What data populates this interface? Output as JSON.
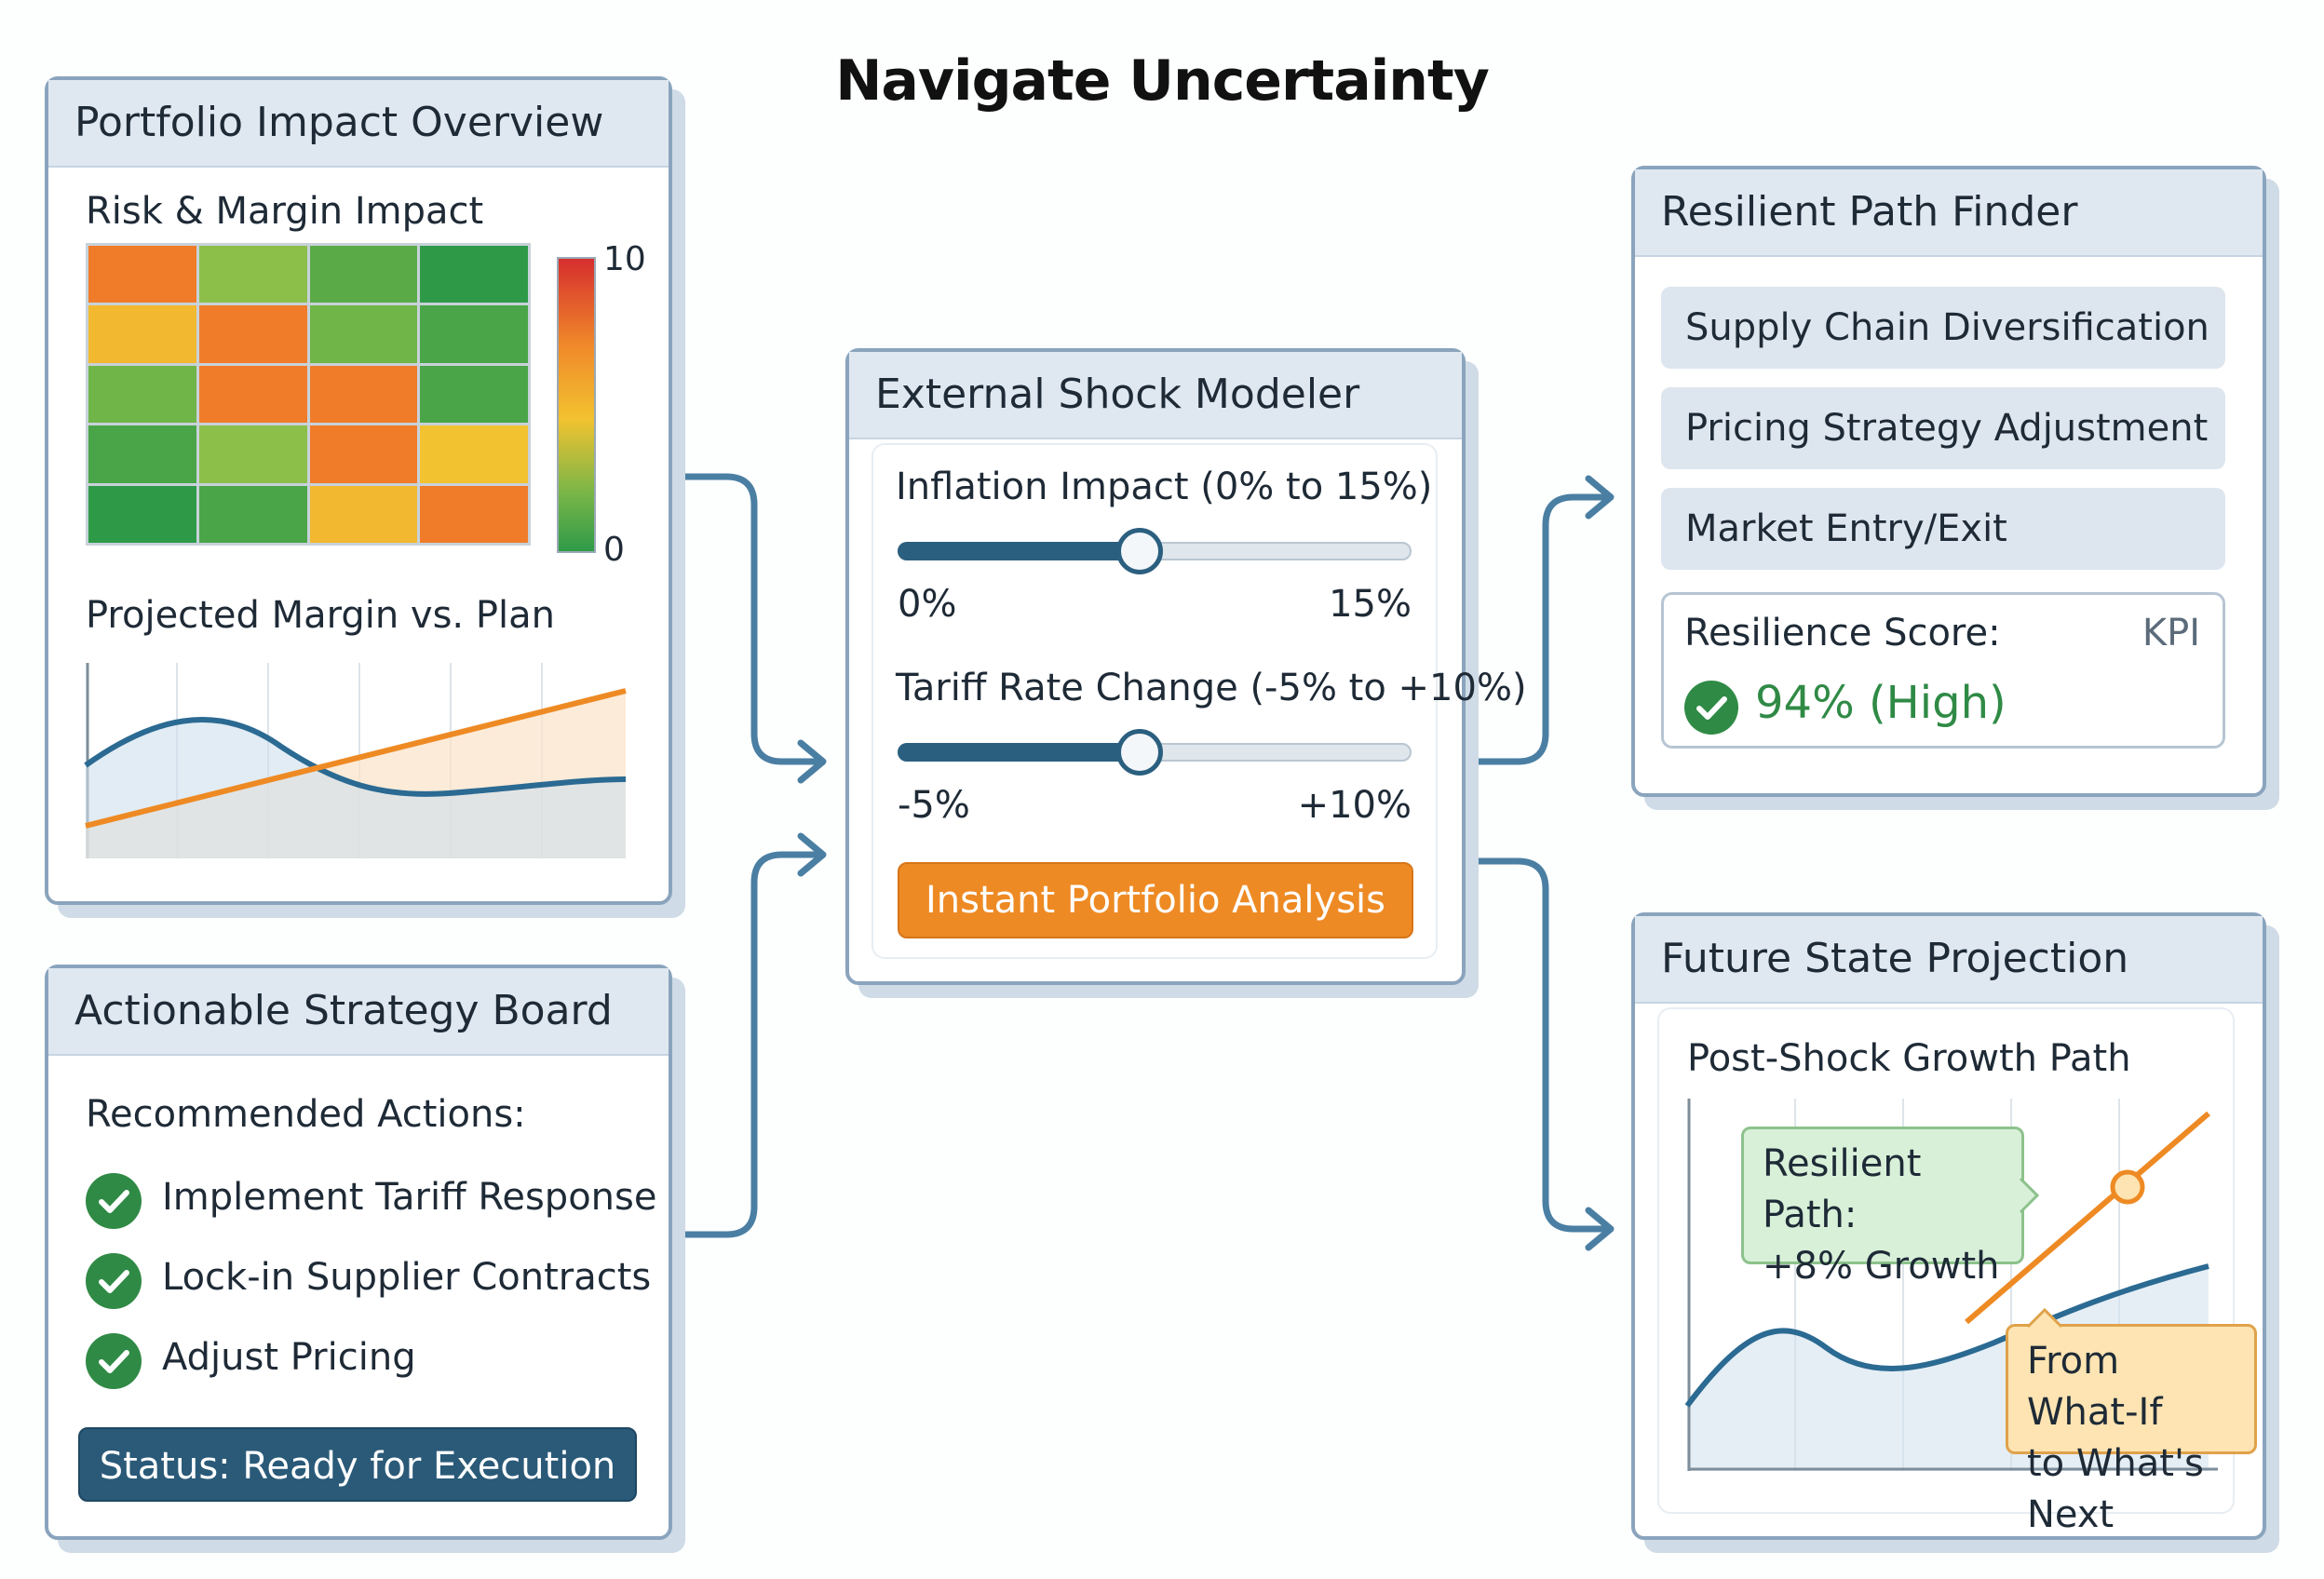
{
  "title": "Navigate Uncertainty",
  "portfolio": {
    "header": "Portfolio Impact Overview",
    "heatmap_title": "Risk & Margin Impact",
    "scale_max": "10",
    "scale_min": "0",
    "heatmap_colors": [
      [
        "#f07c2a",
        "#8cbf4a",
        "#5aab48",
        "#2e9a48"
      ],
      [
        "#f2b830",
        "#f07c2a",
        "#6fb548",
        "#4aa548"
      ],
      [
        "#6fb548",
        "#f07c2a",
        "#f07c2a",
        "#4aa548"
      ],
      [
        "#4aa548",
        "#8cbf4a",
        "#f07c2a",
        "#f2c230"
      ],
      [
        "#2e9a48",
        "#4aa548",
        "#f2b830",
        "#f07c2a"
      ]
    ],
    "line_chart_title": "Projected Margin vs. Plan"
  },
  "strategy": {
    "header": "Actionable Strategy Board",
    "subtitle": "Recommended Actions:",
    "actions": [
      "Implement Tariff Response",
      "Lock-in Supplier Contracts",
      "Adjust Pricing"
    ],
    "status": "Status: Ready for Execution"
  },
  "modeler": {
    "header": "External Shock Modeler",
    "sliders": [
      {
        "label": "Inflation Impact (0% to 15%)",
        "min_label": "0%",
        "max_label": "15%",
        "position": 0.47
      },
      {
        "label": "Tariff Rate Change (-5% to +10%)",
        "min_label": "-5%",
        "max_label": "+10%",
        "position": 0.47
      }
    ],
    "button": "Instant Portfolio Analysis"
  },
  "resilient": {
    "header": "Resilient Path Finder",
    "options": [
      "Supply Chain Diversification",
      "Pricing Strategy Adjustment",
      "Market Entry/Exit"
    ],
    "kpi_label": "Resilience Score:",
    "kpi_tag": "KPI",
    "kpi_value": "94% (High)"
  },
  "future": {
    "header": "Future State Projection",
    "chart_title": "Post-Shock Growth Path",
    "callout_green_line1": "Resilient Path:",
    "callout_green_line2": "+8% Growth",
    "callout_yellow_line1": "From What-If",
    "callout_yellow_line2": "to What's Next"
  },
  "colors": {
    "accent_orange": "#ee8a24",
    "accent_blue": "#2b5f7f",
    "success_green": "#2f8a45",
    "connector": "#4a7fa3"
  },
  "icons": [
    "check-circle-icon",
    "arrow-right-icon",
    "slider-thumb-icon"
  ]
}
